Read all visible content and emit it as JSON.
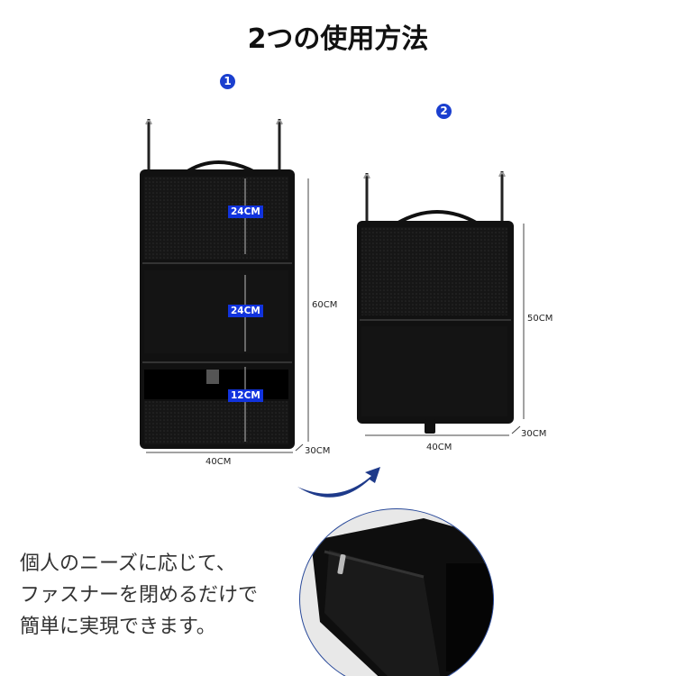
{
  "title": "2つの使用方法",
  "steps": [
    {
      "badge": "1",
      "height_label": "60CM",
      "width_label": "40CM",
      "depth_label": "30CM",
      "segments": [
        "24CM",
        "24CM",
        "12CM"
      ]
    },
    {
      "badge": "2",
      "height_label": "50CM",
      "width_label": "40CM",
      "depth_label": "30CM"
    }
  ],
  "description": [
    "個人のニーズに応じて、",
    "ファスナーを閉めるだけで",
    "簡単に実現できます。"
  ],
  "colors": {
    "accent": "#1b3fcf",
    "bag": "#111111"
  }
}
